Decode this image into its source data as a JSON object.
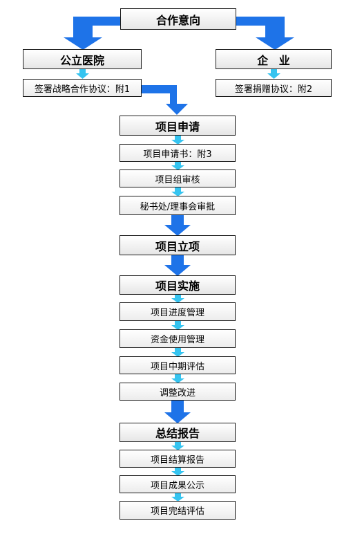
{
  "colors": {
    "big_arrow": "#1e73e8",
    "small_arrow": "#35c4f0",
    "border": "#1a1a1a"
  },
  "top": {
    "intent": "合作意向",
    "hospital": "公立医院",
    "enterprise": "企 业"
  },
  "agreements": {
    "hospital": "签署战略合作协议：附1",
    "enterprise": "签署捐赠协议：附2"
  },
  "stages": {
    "apply": {
      "title": "项目申请",
      "steps": [
        "项目申请书：附3",
        "项目组审核",
        "秘书处/理事会审批"
      ]
    },
    "approve": {
      "title": "项目立项"
    },
    "implement": {
      "title": "项目实施",
      "steps": [
        "项目进度管理",
        "资金使用管理",
        "项目中期评估",
        "调整改进"
      ]
    },
    "report": {
      "title": "总结报告",
      "steps": [
        "项目结算报告",
        "项目成果公示",
        "项目完结评估"
      ]
    }
  }
}
